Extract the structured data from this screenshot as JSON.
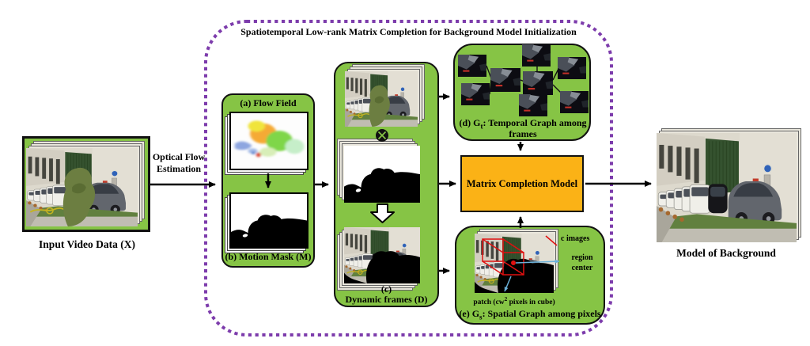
{
  "colors": {
    "green": "#86c445",
    "orange": "#fbb216",
    "purple": "#7d3cac"
  },
  "title": "Spatiotemporal Low-rank Matrix Completion for Background Model Initialization",
  "input": {
    "label": "Input Video Data (X)"
  },
  "optical_flow_label": "Optical Flow Estimation",
  "box_ab": {
    "label_a": "(a) Flow Field",
    "label_b": "(b) Motion Mask (M)"
  },
  "box_c": {
    "otimes": "⊗",
    "label_line1": "(c)",
    "label_line2": "Dynamic frames (D)"
  },
  "box_d": {
    "label_pre": "(d) G",
    "label_sub": "t",
    "label_post": ": Temporal Graph among",
    "label_line2": "frames"
  },
  "matrix_box": {
    "label": "Matrix Completion Model"
  },
  "box_e": {
    "label_pre": "(e) G",
    "label_sub": "s",
    "label_post": ": Spatial Graph among pixels",
    "ann_c_images": "c images",
    "ann_region": "region center",
    "ann_patch_pre": "patch (cw",
    "ann_patch_sup": "2",
    "ann_patch_post": " pixels in cube)"
  },
  "output": {
    "label": "Model of Background"
  }
}
